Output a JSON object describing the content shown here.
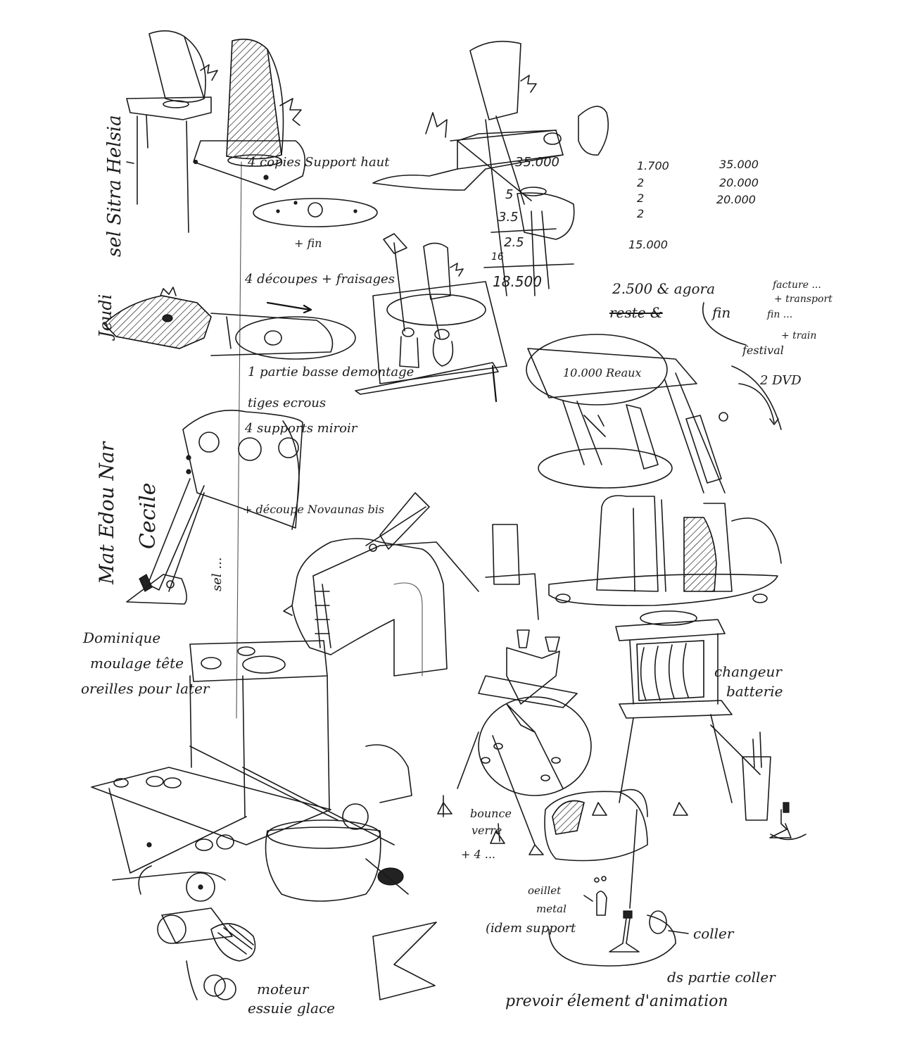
{
  "notes": {
    "support_haut": "4 copies Support haut",
    "fin_1": "+ fin",
    "decoupes": "4 découpes + fraisages",
    "partie_basse": "1 partie basse demontage",
    "tiges": "tiges ecrous",
    "supports_miroir": "4 supports miroir",
    "novanas": "+ découpe Novaunas bis",
    "dominique": [
      "Dominique",
      "moulage tête",
      "oreilles pour later"
    ],
    "changeur": [
      "changeur",
      "batterie"
    ],
    "bounce": [
      "bounce",
      "verre",
      "+ 4 ..."
    ],
    "moteur": [
      "moteur",
      "essuie glace"
    ],
    "oeillet": [
      "oeillet",
      "metal",
      "(idem support"
    ],
    "coller": "coller",
    "ds_partie": "ds partie coller",
    "prevoir": "prevoir élement d'animation",
    "agora": "2.500 & agora",
    "reste": "reste &",
    "fin_2": "fin",
    "factures": [
      "facture ...",
      "+ transport",
      "fin ..."
    ],
    "festival": [
      "+ train",
      "festival"
    ],
    "reaux": "10.000 Reaux",
    "dvd": "2 DVD",
    "vertical_1": "Jeudi",
    "vertical_2": "sel Sitra Helsia",
    "vertical_3": "Mat Edou Nar",
    "vertical_4": "Cecile",
    "vertical_5": "sel ..."
  },
  "calc_left": [
    "35.000",
    "5",
    "3.5",
    "2.5",
    "16",
    "18.500"
  ],
  "calc_right": {
    "col1": [
      "1.700",
      "2",
      "2",
      "2",
      "15.000"
    ],
    "col2": [
      "35.000",
      "20.000",
      "20.000"
    ]
  },
  "colors": {
    "ink": "#1a1a1a",
    "paper": "#ffffff"
  }
}
